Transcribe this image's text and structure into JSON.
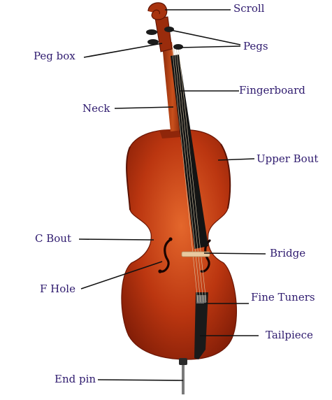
{
  "diagram": {
    "labels": [
      {
        "id": "scroll",
        "text": "Scroll"
      },
      {
        "id": "pegs",
        "text": "Pegs"
      },
      {
        "id": "peg-box",
        "text": "Peg box"
      },
      {
        "id": "fingerboard",
        "text": "Fingerboard"
      },
      {
        "id": "neck",
        "text": "Neck"
      },
      {
        "id": "upper-bout",
        "text": "Upper Bout"
      },
      {
        "id": "c-bout",
        "text": "C Bout"
      },
      {
        "id": "bridge",
        "text": "Bridge"
      },
      {
        "id": "f-hole",
        "text": "F Hole"
      },
      {
        "id": "fine-tuners",
        "text": "Fine Tuners"
      },
      {
        "id": "tailpiece",
        "text": "Tailpiece"
      },
      {
        "id": "end-pin",
        "text": "End pin"
      }
    ],
    "colors": {
      "label": "#2e1a6e",
      "leader": "#111111",
      "body_dark": "#7a1a06",
      "body_mid": "#b8320e",
      "body_light": "#e0642a",
      "fingerboard": "#1a1a1a",
      "bridge": "#e9c9a0",
      "end_pin": "#7a7a7a"
    }
  }
}
